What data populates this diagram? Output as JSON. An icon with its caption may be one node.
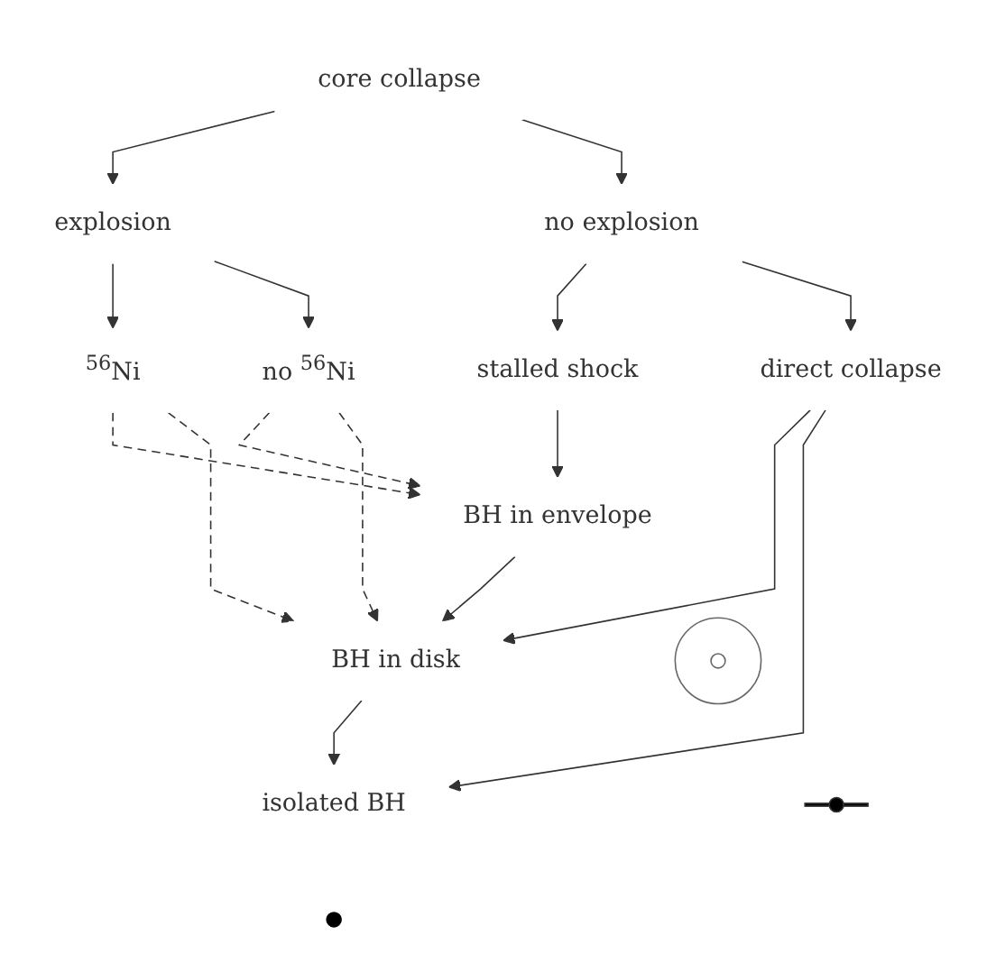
{
  "diagram": {
    "nodes": [
      {
        "text": [
          "core collapse"
        ]
      },
      {
        "text": [
          "explosion"
        ]
      },
      {
        "text": [
          "no explosion"
        ]
      },
      {
        "text": [
          "$^{56}$Ni"
        ]
      },
      {
        "text": [
          "no $^{56}$Ni"
        ]
      },
      {
        "text": [
          "stalled shock"
        ]
      },
      {
        "text": [
          "direct collapse"
        ]
      },
      {
        "text": [
          "BH in envelope"
        ]
      },
      {
        "text": [
          "BH in disk"
        ]
      },
      {
        "text": [
          "isolated BH"
        ]
      },
      {
        "text": [],
        "shape": "circle"
      },
      {
        "text": [],
        "shape": "bar"
      },
      {
        "text": [],
        "shape": "dot"
      }
    ],
    "edges": [
      {
        "from": 0,
        "to": 1,
        "arrow": "to"
      },
      {
        "from": 0,
        "to": 2,
        "arrow": "to"
      },
      {
        "from": 1,
        "to": 3,
        "arrow": "to"
      },
      {
        "from": 1,
        "to": 4,
        "arrow": "to"
      },
      {
        "from": 2,
        "to": 5,
        "arrow": "to"
      },
      {
        "from": 2,
        "to": 6,
        "arrow": "to"
      },
      {
        "from": 3,
        "to": 7,
        "arrow": "to",
        "style": "dashed"
      },
      {
        "from": 3,
        "to": 8,
        "arrow": "to",
        "style": "dashed"
      },
      {
        "from": 4,
        "to": 7,
        "arrow": "to",
        "style": "dashed"
      },
      {
        "from": 4,
        "to": 8,
        "arrow": "to",
        "style": "dashed"
      },
      {
        "from": 5,
        "to": 7,
        "arrow": "to"
      },
      {
        "from": 6,
        "to": 8,
        "arrow": "to"
      },
      {
        "from": 6,
        "to": 9,
        "arrow": "to"
      },
      {
        "from": 7,
        "to": 8,
        "arrow": "to"
      },
      {
        "from": 8,
        "to": 9,
        "arrow": "to"
      }
    ]
  }
}
